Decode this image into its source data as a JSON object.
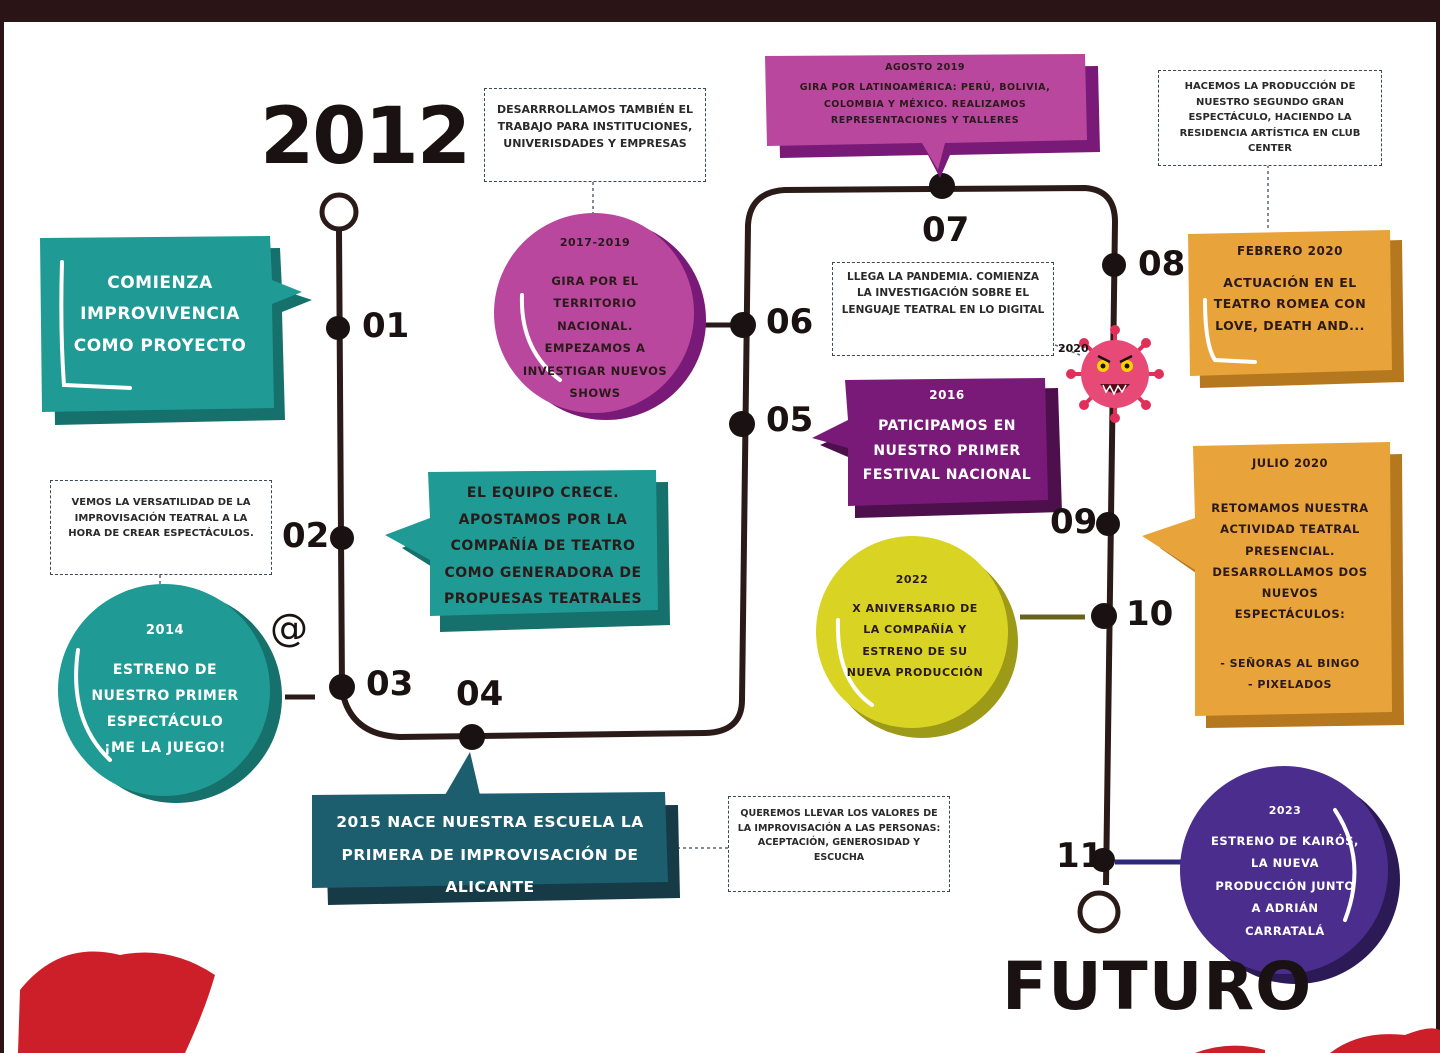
{
  "title_start": "2012",
  "title_end": "FUTURO",
  "at_symbol": "@",
  "virus_label": "2020",
  "colors": {
    "teal": "#1f9a94",
    "pink": "#b8479d",
    "purple": "#7a1a78",
    "yellow": "#d9d424",
    "orange": "#e8a33a",
    "navy": "#1c5d6e",
    "violet": "#4b2d8e",
    "line": "#2a1a18",
    "frame": "#2a1416",
    "lips": "#cc1f2a"
  },
  "steps": {
    "s01": "01",
    "s02": "02",
    "s03": "03",
    "s04": "04",
    "s05": "05",
    "s06": "06",
    "s07": "07",
    "s08": "08",
    "s09": "09",
    "s10": "10",
    "s11": "11"
  },
  "cards": {
    "c01": {
      "text": "COMIENZA IMPROVIVENCIA COMO PROYECTO"
    },
    "c02": {
      "text": "EL EQUIPO CRECE. APOSTAMOS POR LA COMPAÑÍA DE TEATRO COMO GENERADORA DE PROPUESAS TEATRALES"
    },
    "c03": {
      "year": "2014",
      "text": "ESTRENO DE NUESTRO PRIMER ESPECTÁCULO ¡ME LA JUEGO!"
    },
    "c04": {
      "text": "2015   NACE NUESTRA ESCUELA LA PRIMERA DE IMPROVISACIÓN DE ALICANTE"
    },
    "c05": {
      "year": "2016",
      "text": "PATICIPAMOS EN NUESTRO PRIMER FESTIVAL NACIONAL"
    },
    "c06": {
      "year": "2017-2019",
      "text": "GIRA POR EL TERRITORIO NACIONAL. EMPEZAMOS A INVESTIGAR NUEVOS SHOWS"
    },
    "c07": {
      "year": "AGOSTO 2019",
      "text": "GIRA POR LATINOAMÉRICA: PERÚ, BOLIVIA, COLOMBIA Y MÉXICO. REALIZAMOS REPRESENTACIONES Y TALLERES"
    },
    "c08": {
      "year": "FEBRERO 2020",
      "text": "ACTUACIÓN EN EL TEATRO ROMEA CON LOVE, DEATH AND..."
    },
    "c09": {
      "year": "JULIO 2020",
      "text": "RETOMAMOS NUESTRA ACTIVIDAD TEATRAL PRESENCIAL. DESARROLLAMOS DOS NUEVOS ESPECTÁCULOS:",
      "list": [
        "- SEÑORAS AL BINGO",
        "- PIXELADOS"
      ]
    },
    "c10": {
      "year": "2022",
      "text": "X ANIVERSARIO DE LA COMPAÑÍA Y ESTRENO DE SU NUEVA PRODUCCIÓN"
    },
    "c11": {
      "year": "2023",
      "text": "ESTRENO DE KAIRÓS, LA NUEVA PRODUCCIÓN JUNTO A ADRIÁN CARRATALÁ"
    }
  },
  "notes": {
    "n02": "VEMOS LA VERSATILIDAD DE LA IMPROVISACIÓN TEATRAL A LA HORA DE CREAR ESPECTÁCULOS.",
    "n04": "QUEREMOS LLEVAR LOS VALORES DE LA IMPROVISACIÓN A LAS PERSONAS: ACEPTACIÓN, GENEROSIDAD Y ESCUCHA",
    "n06": "DESARRROLLAMOS TAMBIÉN EL TRABAJO PARA INSTITUCIONES, UNIVERISDADES Y EMPRESAS",
    "n07": "LLEGA LA PANDEMIA. COMIENZA LA INVESTIGACIÓN SOBRE EL LENGUAJE TEATRAL EN LO DIGITAL",
    "n08": "HACEMOS LA PRODUCCIÓN DE NUESTRO SEGUNDO GRAN ESPECTÁCULO, HACIENDO LA RESIDENCIA ARTÍSTICA EN CLUB CENTER"
  }
}
